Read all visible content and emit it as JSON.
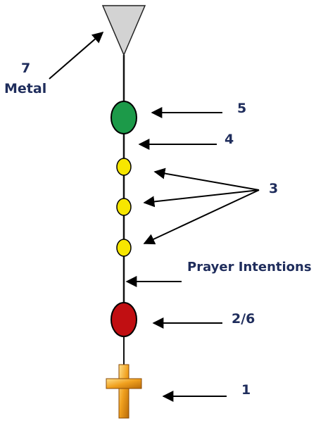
{
  "labels": {
    "metal_number": "7",
    "metal_word": "Metal",
    "label_5": "5",
    "label_4": "4",
    "label_3": "3",
    "prayer_intentions": "Prayer Intentions",
    "label_2_6": "2/6",
    "label_1": "1"
  },
  "colors": {
    "label_text": "#1f2d5c",
    "medal": "#d3d3d3",
    "green_bead": "#1c9a49",
    "yellow_bead": "#f7e600",
    "red_bead": "#c10f12",
    "cross": "#f0a01e",
    "chain": "#111111"
  },
  "icons": [
    "triangle-medal-icon",
    "cross-icon"
  ]
}
